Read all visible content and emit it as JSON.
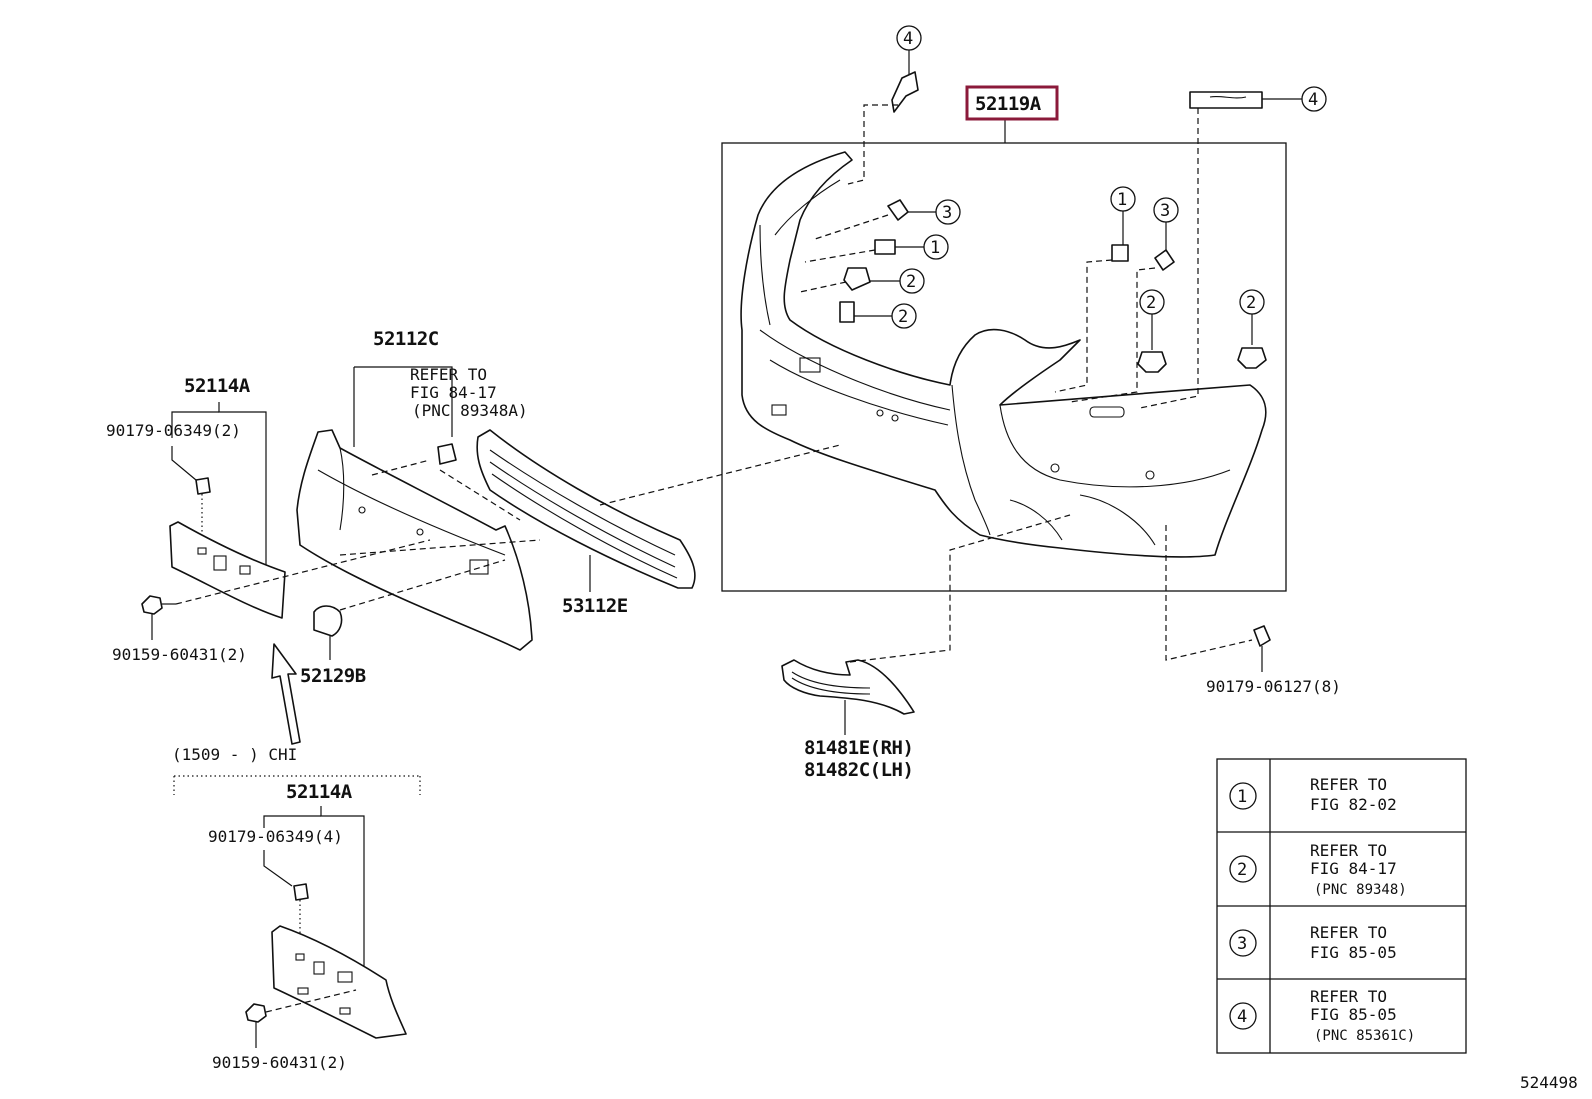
{
  "diagram": {
    "highlighted_part": "52119A",
    "figure_number": "524498",
    "part_labels": {
      "p52119A": "52119A",
      "p52112C": "52112C",
      "p52114A_top": "52114A",
      "p52114A_bottom": "52114A",
      "p53112E": "53112E",
      "p52129B": "52129B",
      "p81481E": "81481E(RH)",
      "p81482C": "81482C(LH)",
      "p90179_06349_2": "90179-06349(2)",
      "p90159_60431_2_top": "90159-60431(2)",
      "p90179_06349_4": "90179-06349(4)",
      "p90159_60431_2_bottom": "90159-60431(2)",
      "p90179_06127_8": "90179-06127(8)"
    },
    "refer_note": {
      "line1": "REFER TO",
      "line2": "FIG 84-17",
      "line3": "(PNC 89348A)"
    },
    "variant_note": "(1509 -     ) CHI",
    "callouts": [
      "1",
      "2",
      "3",
      "4"
    ],
    "legend": [
      {
        "num": "1",
        "line1": "REFER TO",
        "line2": "FIG 82-02",
        "line3": ""
      },
      {
        "num": "2",
        "line1": "REFER TO",
        "line2": "FIG 84-17",
        "line3": "(PNC 89348)"
      },
      {
        "num": "3",
        "line1": "REFER TO",
        "line2": "FIG 85-05",
        "line3": ""
      },
      {
        "num": "4",
        "line1": "REFER TO",
        "line2": "FIG 85-05",
        "line3": "(PNC 85361C)"
      }
    ],
    "colors": {
      "highlight": "#8b1a3a",
      "ink": "#111111",
      "background": "#ffffff"
    }
  }
}
